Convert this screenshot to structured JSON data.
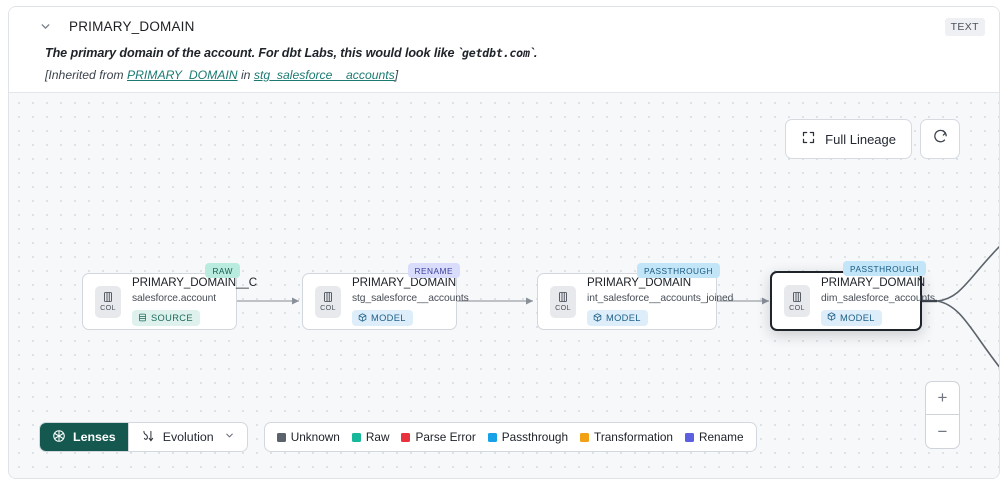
{
  "header": {
    "chevron_icon": "chevron-down-icon",
    "title": "PRIMARY_DOMAIN",
    "type_badge": "TEXT",
    "description_pre": "The primary domain of the account. For dbt Labs, this would look like `",
    "description_code": "getdbt.com",
    "description_post": "`.",
    "inherit_prefix": "[Inherited from ",
    "inherit_link_1": "PRIMARY_DOMAIN",
    "inherit_mid": " in ",
    "inherit_link_2": "stg_salesforce__accounts",
    "inherit_suffix": "]"
  },
  "toolbar": {
    "full_lineage_label": "Full Lineage",
    "full_lineage_icon": "expand-corners-icon",
    "refresh_icon": "refresh-icon"
  },
  "zoom_controls": {
    "zoom_in_label": "+",
    "zoom_out_label": "−"
  },
  "graph": {
    "col_chip_label": "COL",
    "col_chip_icon": "column-icon",
    "nodes": [
      {
        "tag": "RAW",
        "tag_class": "raw",
        "title": "PRIMARY_DOMAIN__C",
        "subtitle": "salesforce.account",
        "kind": "SOURCE",
        "kind_class": "source",
        "kind_icon": "table-icon",
        "selected": false
      },
      {
        "tag": "RENAME",
        "tag_class": "rename",
        "title": "PRIMARY_DOMAIN",
        "subtitle": "stg_salesforce__accounts",
        "kind": "MODEL",
        "kind_class": "model",
        "kind_icon": "cube-icon",
        "selected": false
      },
      {
        "tag": "PASSTHROUGH",
        "tag_class": "passthrough",
        "title": "PRIMARY_DOMAIN",
        "subtitle": "int_salesforce__accounts_joined",
        "kind": "MODEL",
        "kind_class": "model",
        "kind_icon": "cube-icon",
        "selected": false
      },
      {
        "tag": "PASSTHROUGH",
        "tag_class": "passthrough",
        "title": "PRIMARY_DOMAIN",
        "subtitle": "dim_salesforce_accounts",
        "kind": "MODEL",
        "kind_class": "model",
        "kind_icon": "cube-icon",
        "selected": true
      }
    ]
  },
  "bottom": {
    "lenses_label": "Lenses",
    "lenses_icon": "aperture-icon",
    "evolution_label": "Evolution",
    "evolution_icon": "evolution-icon",
    "evolution_caret": "⌄",
    "legend": [
      {
        "label": "Unknown",
        "color": "#5b626b"
      },
      {
        "label": "Raw",
        "color": "#17b89a"
      },
      {
        "label": "Parse Error",
        "color": "#e8333c"
      },
      {
        "label": "Passthrough",
        "color": "#17a2e8"
      },
      {
        "label": "Transformation",
        "color": "#f2a114"
      },
      {
        "label": "Rename",
        "color": "#5b5fe0"
      }
    ]
  }
}
